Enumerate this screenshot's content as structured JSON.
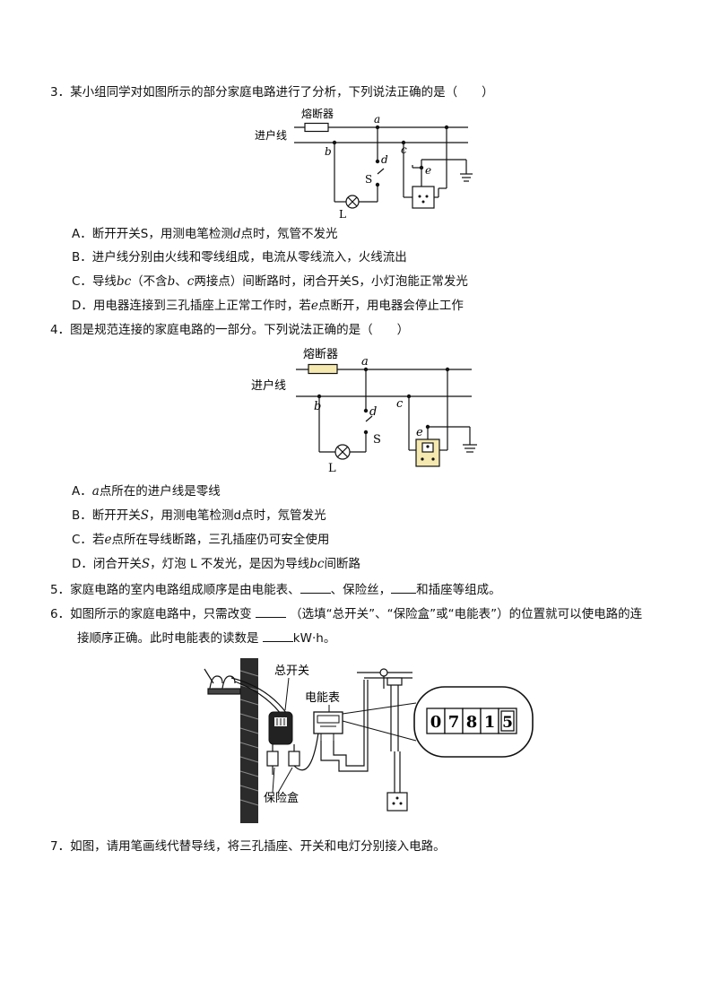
{
  "q3": {
    "number": "3．",
    "stem": "某小组同学对如图所示的部分家庭电路进行了分析，下列说法正确的是（　　）",
    "figure": {
      "fuse_label": "熔断器",
      "inlet_label": "进户线",
      "a": "a",
      "b": "b",
      "c": "c",
      "d": "d",
      "e": "e",
      "S": "S",
      "L": "L"
    },
    "options": [
      {
        "key": "A．",
        "pre": "断开开关S，用测电笔检测",
        "var": "d",
        "post": "点时，氖管不发光"
      },
      {
        "key": "B．",
        "text": "进户线分别由火线和零线组成，电流从零线流入，火线流出"
      },
      {
        "key": "C．",
        "pre": "导线",
        "var": "bc",
        "mid1": "（不含",
        "var2": "b",
        "mid2": "、",
        "var3": "c",
        "post": "两接点）间断路时，闭合开关S，小灯泡能正常发光"
      },
      {
        "key": "D．",
        "pre": "用电器连接到三孔插座上正常工作时，若",
        "var": "e",
        "post": "点断开，用电器会停止工作"
      }
    ]
  },
  "q4": {
    "number": "4．",
    "stem": "图是规范连接的家庭电路的一部分。下列说法正确的是（　　）",
    "figure": {
      "fuse_label": "熔断器",
      "inlet_label": "进户线",
      "a": "a",
      "b": "b",
      "c": "c",
      "d": "d",
      "e": "e",
      "S": "S",
      "L": "L"
    },
    "options": [
      {
        "key": "A．",
        "pre": "",
        "var": "a",
        "post": "点所在的进户线是零线"
      },
      {
        "key": "B．",
        "pre": "断开开关",
        "var": "S",
        "post": "，用测电笔检测d点时，氖管发光"
      },
      {
        "key": "C．",
        "pre": "若",
        "var": "e",
        "post": "点所在导线断路，三孔插座仍可安全使用"
      },
      {
        "key": "D．",
        "pre": "闭合开关",
        "var": "S",
        "mid": "，灯泡 L 不发光，是因为导线",
        "var2": "bc",
        "post": "间断路"
      }
    ]
  },
  "q5": {
    "number": "5．",
    "part1": "家庭电路的室内电路组成顺序是由电能表、",
    "part2": "、保险丝，",
    "part3": "和插座等组成。"
  },
  "q6": {
    "number": "6．",
    "part1": "如图所示的家庭电路中，只需改变 ",
    "part2": " （选填“总开关”、“保险盒”或“电能表”）的位置就可以使电路的连",
    "line2a": "接顺序正确。此时电能表的读数是 ",
    "unit": "kW·h",
    "line2b": "。",
    "figure": {
      "switch_label": "总开关",
      "meter_label": "电能表",
      "fusebox_label": "保险盒",
      "digits": [
        "0",
        "7",
        "8",
        "1",
        "5"
      ]
    }
  },
  "q7": {
    "number": "7．",
    "stem": "如图，请用笔画线代替导线，将三孔插座、开关和电灯分别接入电路。"
  }
}
